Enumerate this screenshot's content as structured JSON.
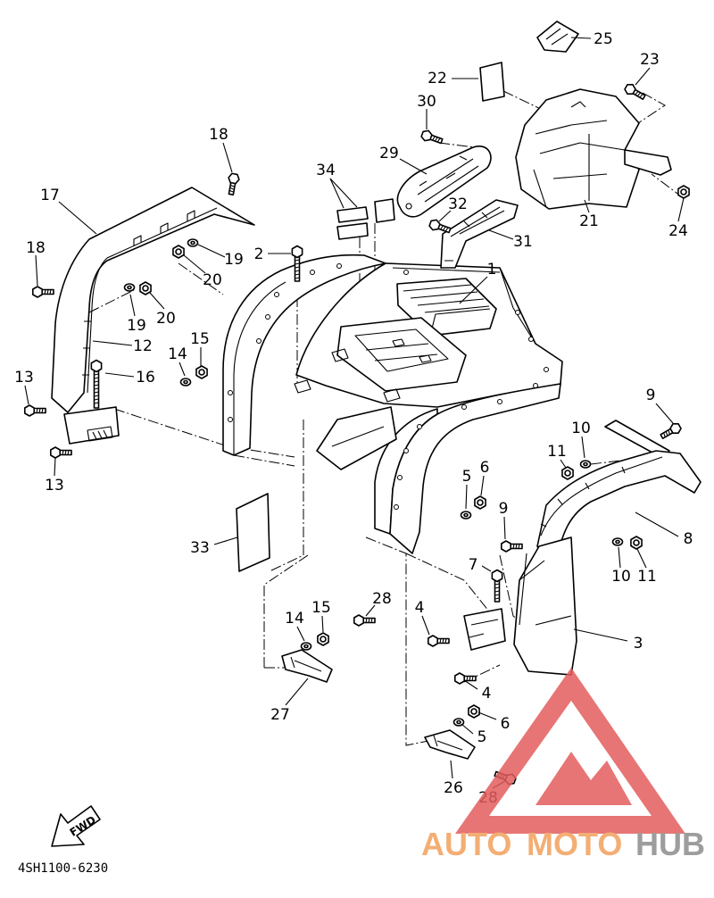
{
  "diagram": {
    "callouts": [
      "25",
      "22",
      "23",
      "30",
      "18",
      "29",
      "34",
      "17",
      "32",
      "21",
      "24",
      "31",
      "18",
      "2",
      "19",
      "20",
      "1",
      "20",
      "19",
      "12",
      "15",
      "14",
      "16",
      "13",
      "9",
      "10",
      "11",
      "6",
      "5",
      "13",
      "9",
      "8",
      "33",
      "10",
      "11",
      "7",
      "28",
      "15",
      "14",
      "4",
      "3",
      "4",
      "6",
      "5",
      "27",
      "26",
      "28"
    ],
    "direction_label": "FWD",
    "drawing_code": "4SH1100-6230"
  },
  "watermark": {
    "auto": "AUTO",
    "moto": "MOTO",
    "hub": "HUB"
  },
  "icons": {
    "direction": "fwd-arrow-icon",
    "logo": "automotohub-logo-icon"
  },
  "colors": {
    "line": "#000000",
    "background": "#ffffff",
    "logo_mark": "#e35d5d",
    "logo_text_auto": "#f2a15c",
    "logo_text_moto": "#f2a15c",
    "logo_text_hub": "#8d8d8d"
  }
}
